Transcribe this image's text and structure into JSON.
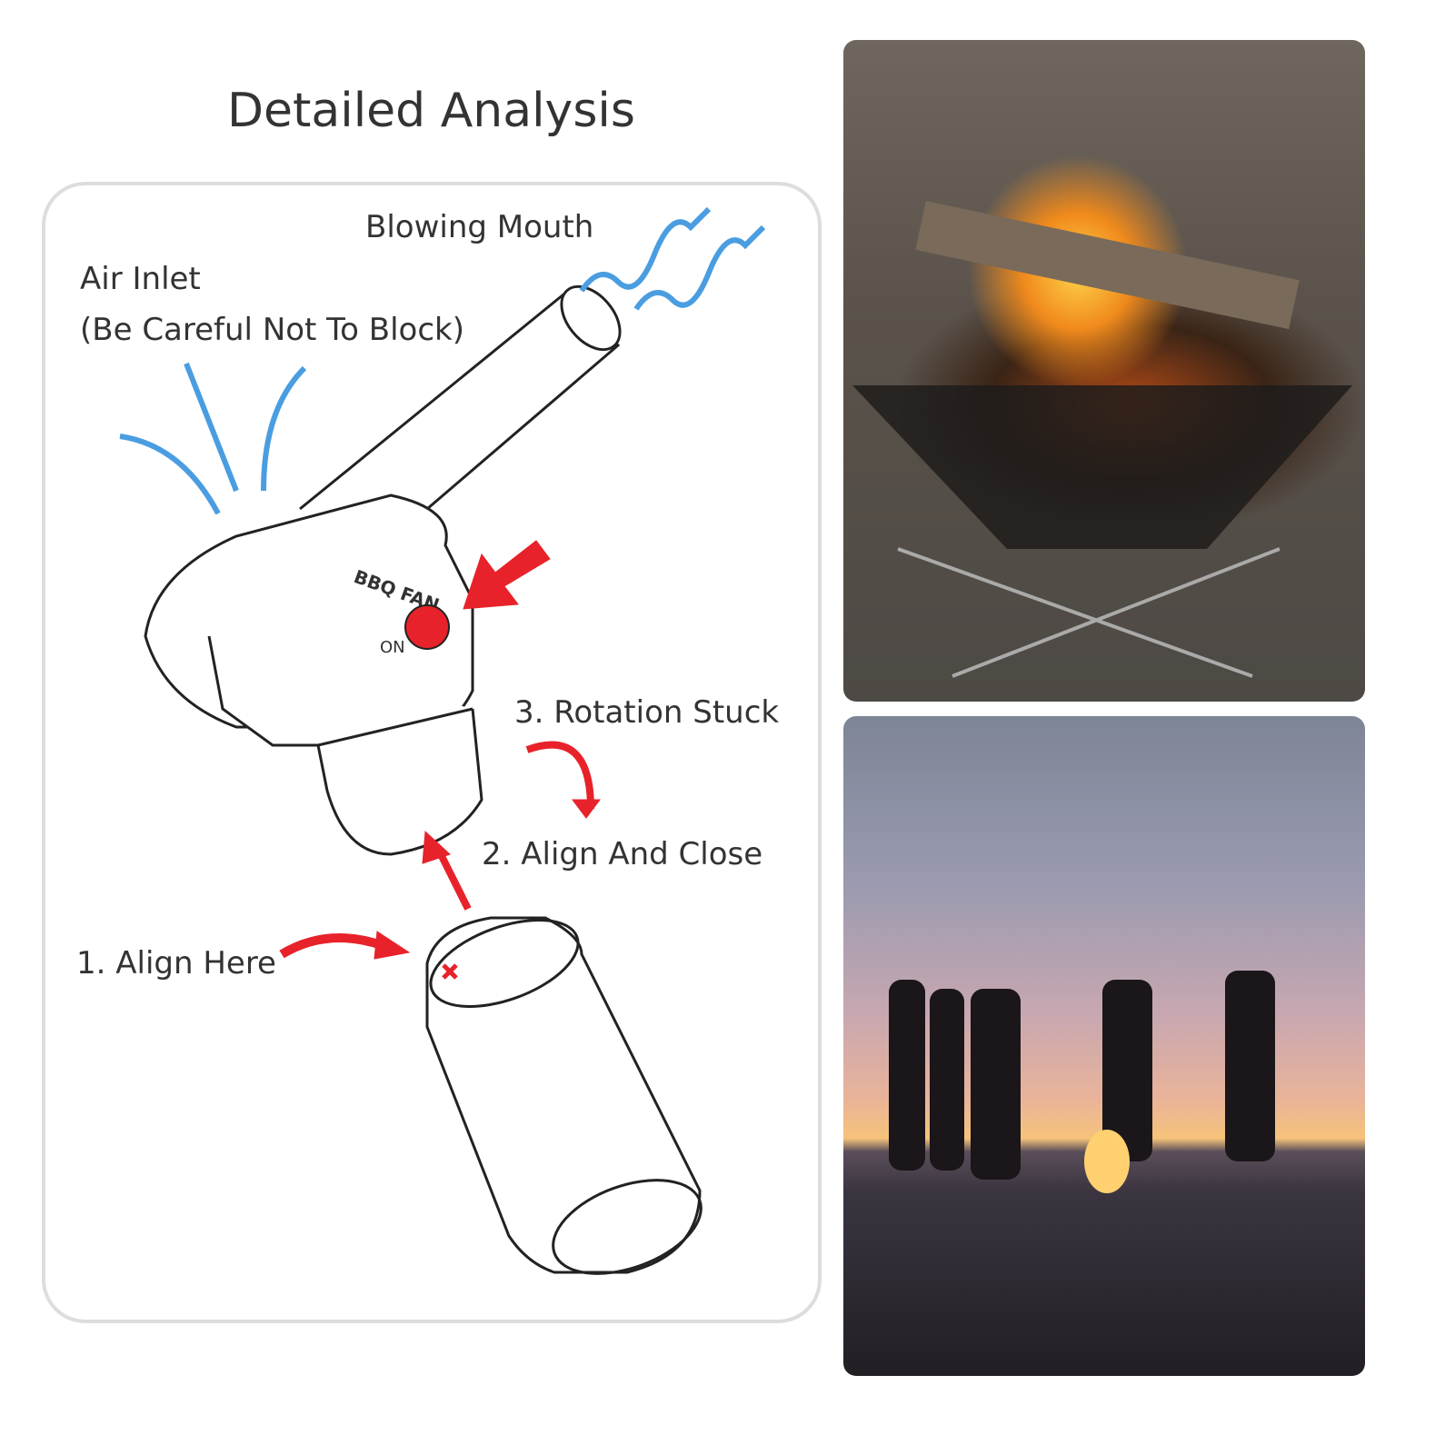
{
  "title": "Detailed Analysis",
  "labels": {
    "blowing_mouth": "Blowing Mouth",
    "air_inlet": "Air Inlet",
    "air_inlet_note": "(Be Careful Not To Block)",
    "step3": "3. Rotation Stuck",
    "step2": "2. Align And Close",
    "step1": "1. Align Here"
  },
  "device": {
    "switch_label": "ON"
  },
  "colors": {
    "arrow_blue": "#4a9de0",
    "arrow_red": "#e8222a",
    "panel_border": "#dddddd"
  },
  "photos": [
    {
      "subject": "campfire-in-fire-pit"
    },
    {
      "subject": "people-around-beach-bonfire-at-sunset"
    }
  ]
}
